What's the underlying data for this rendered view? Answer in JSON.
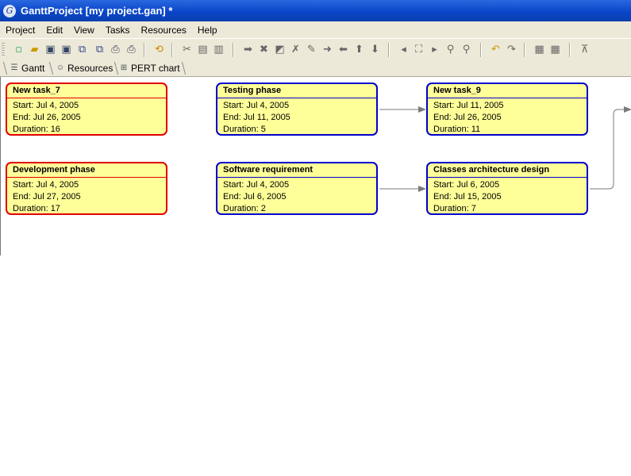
{
  "window": {
    "title": "GanttProject [my project.gan] *",
    "icon_letter": "G"
  },
  "menu": [
    "Project",
    "Edit",
    "View",
    "Tasks",
    "Resources",
    "Help"
  ],
  "tabs": [
    {
      "label": "Gantt",
      "icon": "gantt-icon"
    },
    {
      "label": "Resources",
      "icon": "people-icon"
    },
    {
      "label": "PERT chart",
      "icon": "pert-icon"
    }
  ],
  "tasks": [
    {
      "name": "New task_7",
      "start": "Start: Jul 4, 2005",
      "end": "End: Jul 26, 2005",
      "duration": "Duration: 16",
      "critical": true
    },
    {
      "name": "Testing phase",
      "start": "Start: Jul 4, 2005",
      "end": "End: Jul 11, 2005",
      "duration": "Duration: 5",
      "critical": false
    },
    {
      "name": "New task_9",
      "start": "Start: Jul 11, 2005",
      "end": "End: Jul 26, 2005",
      "duration": "Duration: 11",
      "critical": false
    },
    {
      "name": "Development phase",
      "start": "Start: Jul 4, 2005",
      "end": "End: Jul 27, 2005",
      "duration": "Duration: 17",
      "critical": true
    },
    {
      "name": "Software requirement",
      "start": "Start: Jul 4, 2005",
      "end": "End: Jul 6, 2005",
      "duration": "Duration: 2",
      "critical": false
    },
    {
      "name": "Classes architecture design",
      "start": "Start: Jul 6, 2005",
      "end": "End: Jul 15, 2005",
      "duration": "Duration: 7",
      "critical": false
    }
  ],
  "colors": {
    "critical_border": "#e00000",
    "normal_border": "#0000cc",
    "task_fill": "#ffff99",
    "title_bar": "#0a46c8",
    "chrome": "#ece9d8"
  }
}
